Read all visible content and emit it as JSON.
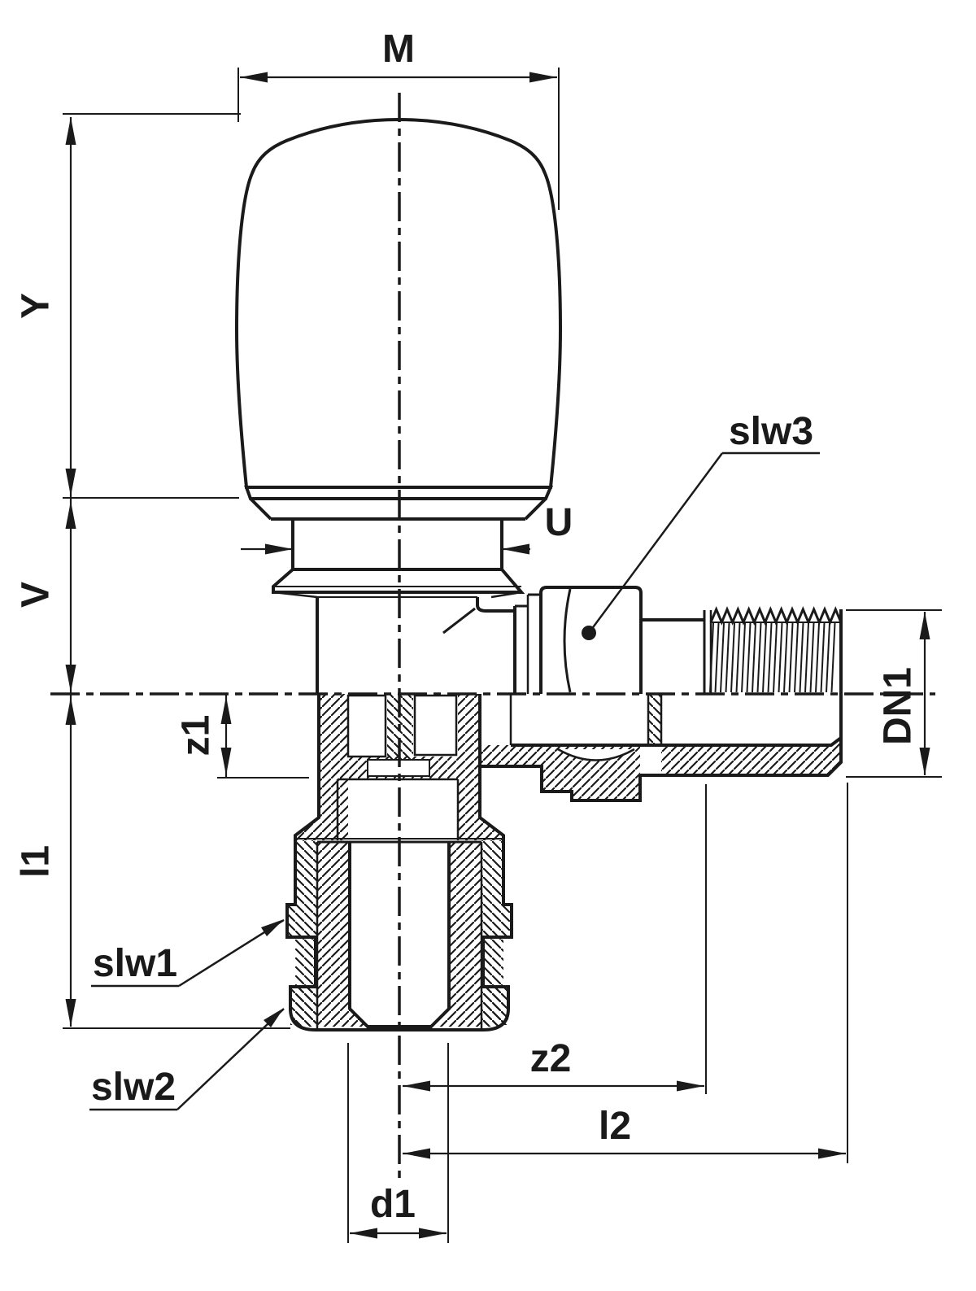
{
  "drawing": {
    "colors": {
      "line": "#1a1a1a",
      "background": "#ffffff"
    },
    "dimension_labels": {
      "m": "M",
      "y": "Y",
      "v": "V",
      "u": "U",
      "z1": "z1",
      "l1": "l1",
      "slw1": "slw1",
      "slw2": "slw2",
      "slw3": "slw3",
      "z2": "z2",
      "l2": "l2",
      "d1": "d1",
      "dn1": "DN1"
    }
  }
}
